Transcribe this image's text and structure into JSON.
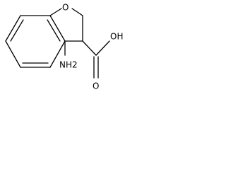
{
  "molecule": {
    "atoms": {
      "ring_oxygen": "O",
      "amino": "NH2",
      "carboxyl_oxygen": "O",
      "hydroxyl": "OH"
    }
  }
}
